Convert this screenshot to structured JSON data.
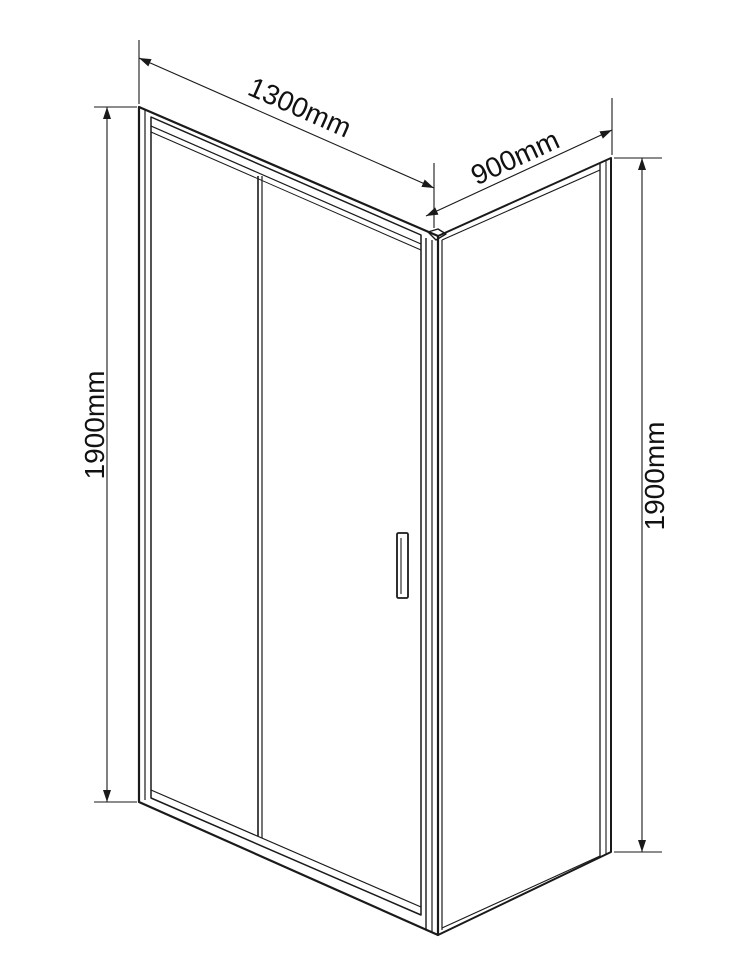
{
  "diagram": {
    "title": "",
    "dimensions": {
      "front_width": "1300mm",
      "side_width": "900mm",
      "left_height": "1900mm",
      "right_height": "1900mm"
    },
    "line_color": "#1a1a1a",
    "background_color": "#ffffff"
  }
}
